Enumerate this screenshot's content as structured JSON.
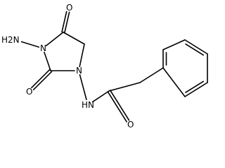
{
  "molecule": {
    "atoms": [
      {
        "id": "nh2",
        "label": "H2N"
      },
      {
        "id": "o_top",
        "label": "O"
      },
      {
        "id": "n3",
        "label": "N"
      },
      {
        "id": "n1",
        "label": "N"
      },
      {
        "id": "o_left",
        "label": "O"
      },
      {
        "id": "nh",
        "label": "HN"
      },
      {
        "id": "o_bottom",
        "label": "O"
      }
    ],
    "bonds": [
      {
        "a": "n3",
        "b": "nh2",
        "order": 1
      },
      {
        "a": "n3",
        "b": "c4",
        "order": 1
      },
      {
        "a": "c4",
        "b": "o_top",
        "order": 2
      },
      {
        "a": "c4",
        "b": "c5",
        "order": 1
      },
      {
        "a": "c5",
        "b": "n1",
        "order": 1
      },
      {
        "a": "n1",
        "b": "c2",
        "order": 1
      },
      {
        "a": "c2",
        "b": "n3",
        "order": 1
      },
      {
        "a": "c2",
        "b": "o_left",
        "order": 2
      },
      {
        "a": "n1",
        "b": "nh",
        "order": 1
      },
      {
        "a": "nh",
        "b": "c_amide",
        "order": 1
      },
      {
        "a": "c_amide",
        "b": "o_bottom",
        "order": 2
      },
      {
        "a": "c_amide",
        "b": "ch2",
        "order": 1
      },
      {
        "a": "ch2",
        "b": "ph1",
        "order": 1
      },
      {
        "a": "ph1",
        "b": "ph2",
        "order": 2
      },
      {
        "a": "ph2",
        "b": "ph3",
        "order": 1
      },
      {
        "a": "ph3",
        "b": "ph4",
        "order": 2
      },
      {
        "a": "ph4",
        "b": "ph5",
        "order": 1
      },
      {
        "a": "ph5",
        "b": "ph6",
        "order": 2
      },
      {
        "a": "ph6",
        "b": "ph1",
        "order": 1
      }
    ]
  }
}
